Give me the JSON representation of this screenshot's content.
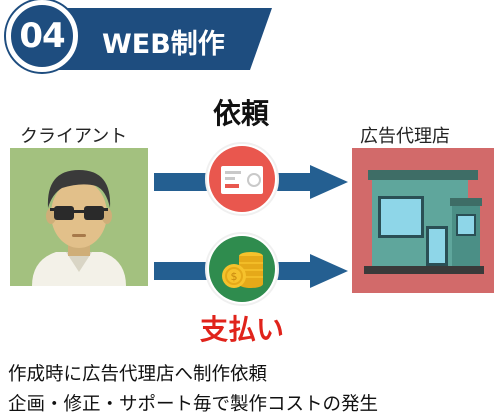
{
  "header": {
    "number": "04",
    "title": "WEB制作"
  },
  "client": {
    "label": "クライアント",
    "icon": "person-with-sunglasses-icon"
  },
  "agency": {
    "label": "広告代理店",
    "icon": "storefront-icon"
  },
  "flows": [
    {
      "label": "依頼",
      "icon": "document-card-icon",
      "direction": "right"
    },
    {
      "label": "支払い",
      "icon": "coins-icon",
      "direction": "right",
      "label_color": "#e0231b"
    }
  ],
  "description": [
    "作成時に広告代理店へ制作依頼",
    "企画・修正・サポート毎で製作コストの発生"
  ],
  "colors": {
    "header_bg": "#1e4d7f",
    "arrow": "#245f91",
    "client_bg": "#a3c17f",
    "agency_bg": "#d26a6a",
    "accent_red": "#e0231b",
    "request_circle": "#e9574e",
    "payment_circle": "#2f8c4e"
  }
}
